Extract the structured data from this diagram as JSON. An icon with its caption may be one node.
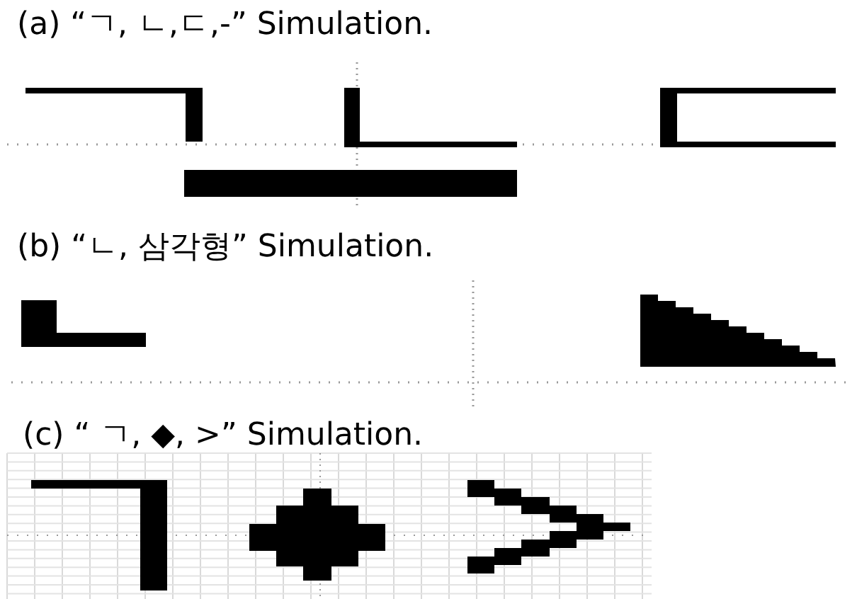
{
  "diagram": {
    "labels": [
      "(a) “ㄱ, ㄴ,ㄷ,-” Simulation.",
      "(b) “ㄴ, 삼각형” Simulation.",
      "(c) “ ㄱ, ◆, >” Simulation."
    ]
  }
}
